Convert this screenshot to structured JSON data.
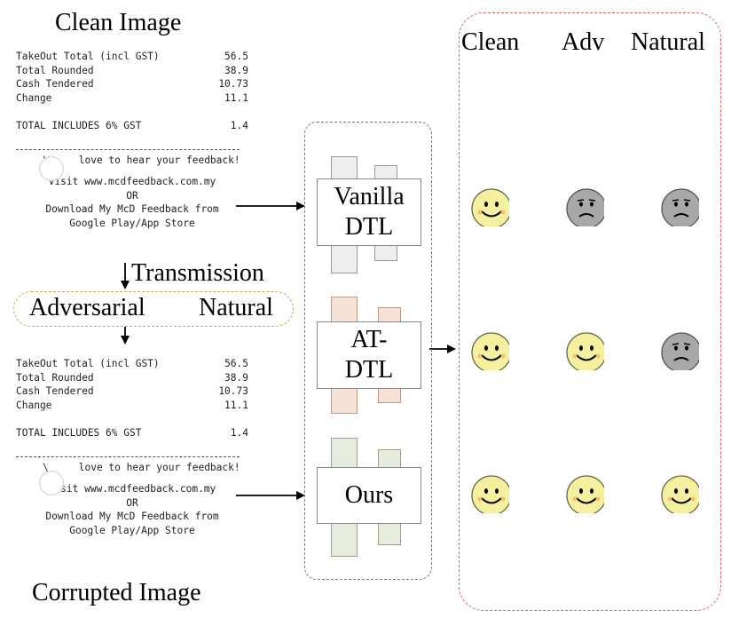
{
  "labels": {
    "clean_image": "Clean Image",
    "corrupted_image": "Corrupted Image",
    "transmission": "Transmission",
    "adversarial": "Adversarial",
    "natural": "Natural"
  },
  "receipt": {
    "rows": [
      {
        "label": "TakeOut Total (incl GST)",
        "value": "56.5"
      },
      {
        "label": "Total Rounded",
        "value": "38.9"
      },
      {
        "label": "Cash Tendered",
        "value": "10.73"
      },
      {
        "label": "Change",
        "value": "11.1"
      }
    ],
    "total_label": "TOTAL INCLUDES 6% GST",
    "total_value": "1.4",
    "feedback_prefix": "\\",
    "feedback": "love to hear your feedback!",
    "visit": "Visit www.mcdfeedback.com.my",
    "or": "OR",
    "download": "Download My McD Feedback from",
    "store": "Google Play/App Store"
  },
  "modules": {
    "vanilla": [
      "Vanilla",
      "DTL"
    ],
    "at": [
      "AT-",
      "DTL"
    ],
    "ours": [
      "Ours"
    ]
  },
  "columns": [
    "Clean",
    "Adv",
    "Natural"
  ],
  "results": [
    [
      "happy",
      "sad",
      "sad"
    ],
    [
      "happy",
      "happy",
      "sad"
    ],
    [
      "happy",
      "happy",
      "happy"
    ]
  ],
  "colors": {
    "happy_face": "#f5f0a0",
    "sad_face": "#a8a8a8",
    "vanilla_bar": "#eeeeee",
    "at_bar": "#f6e2d6",
    "ours_bar": "#e6ecdc",
    "adv_box": "#c8a85a",
    "right_box": "#e06060"
  }
}
